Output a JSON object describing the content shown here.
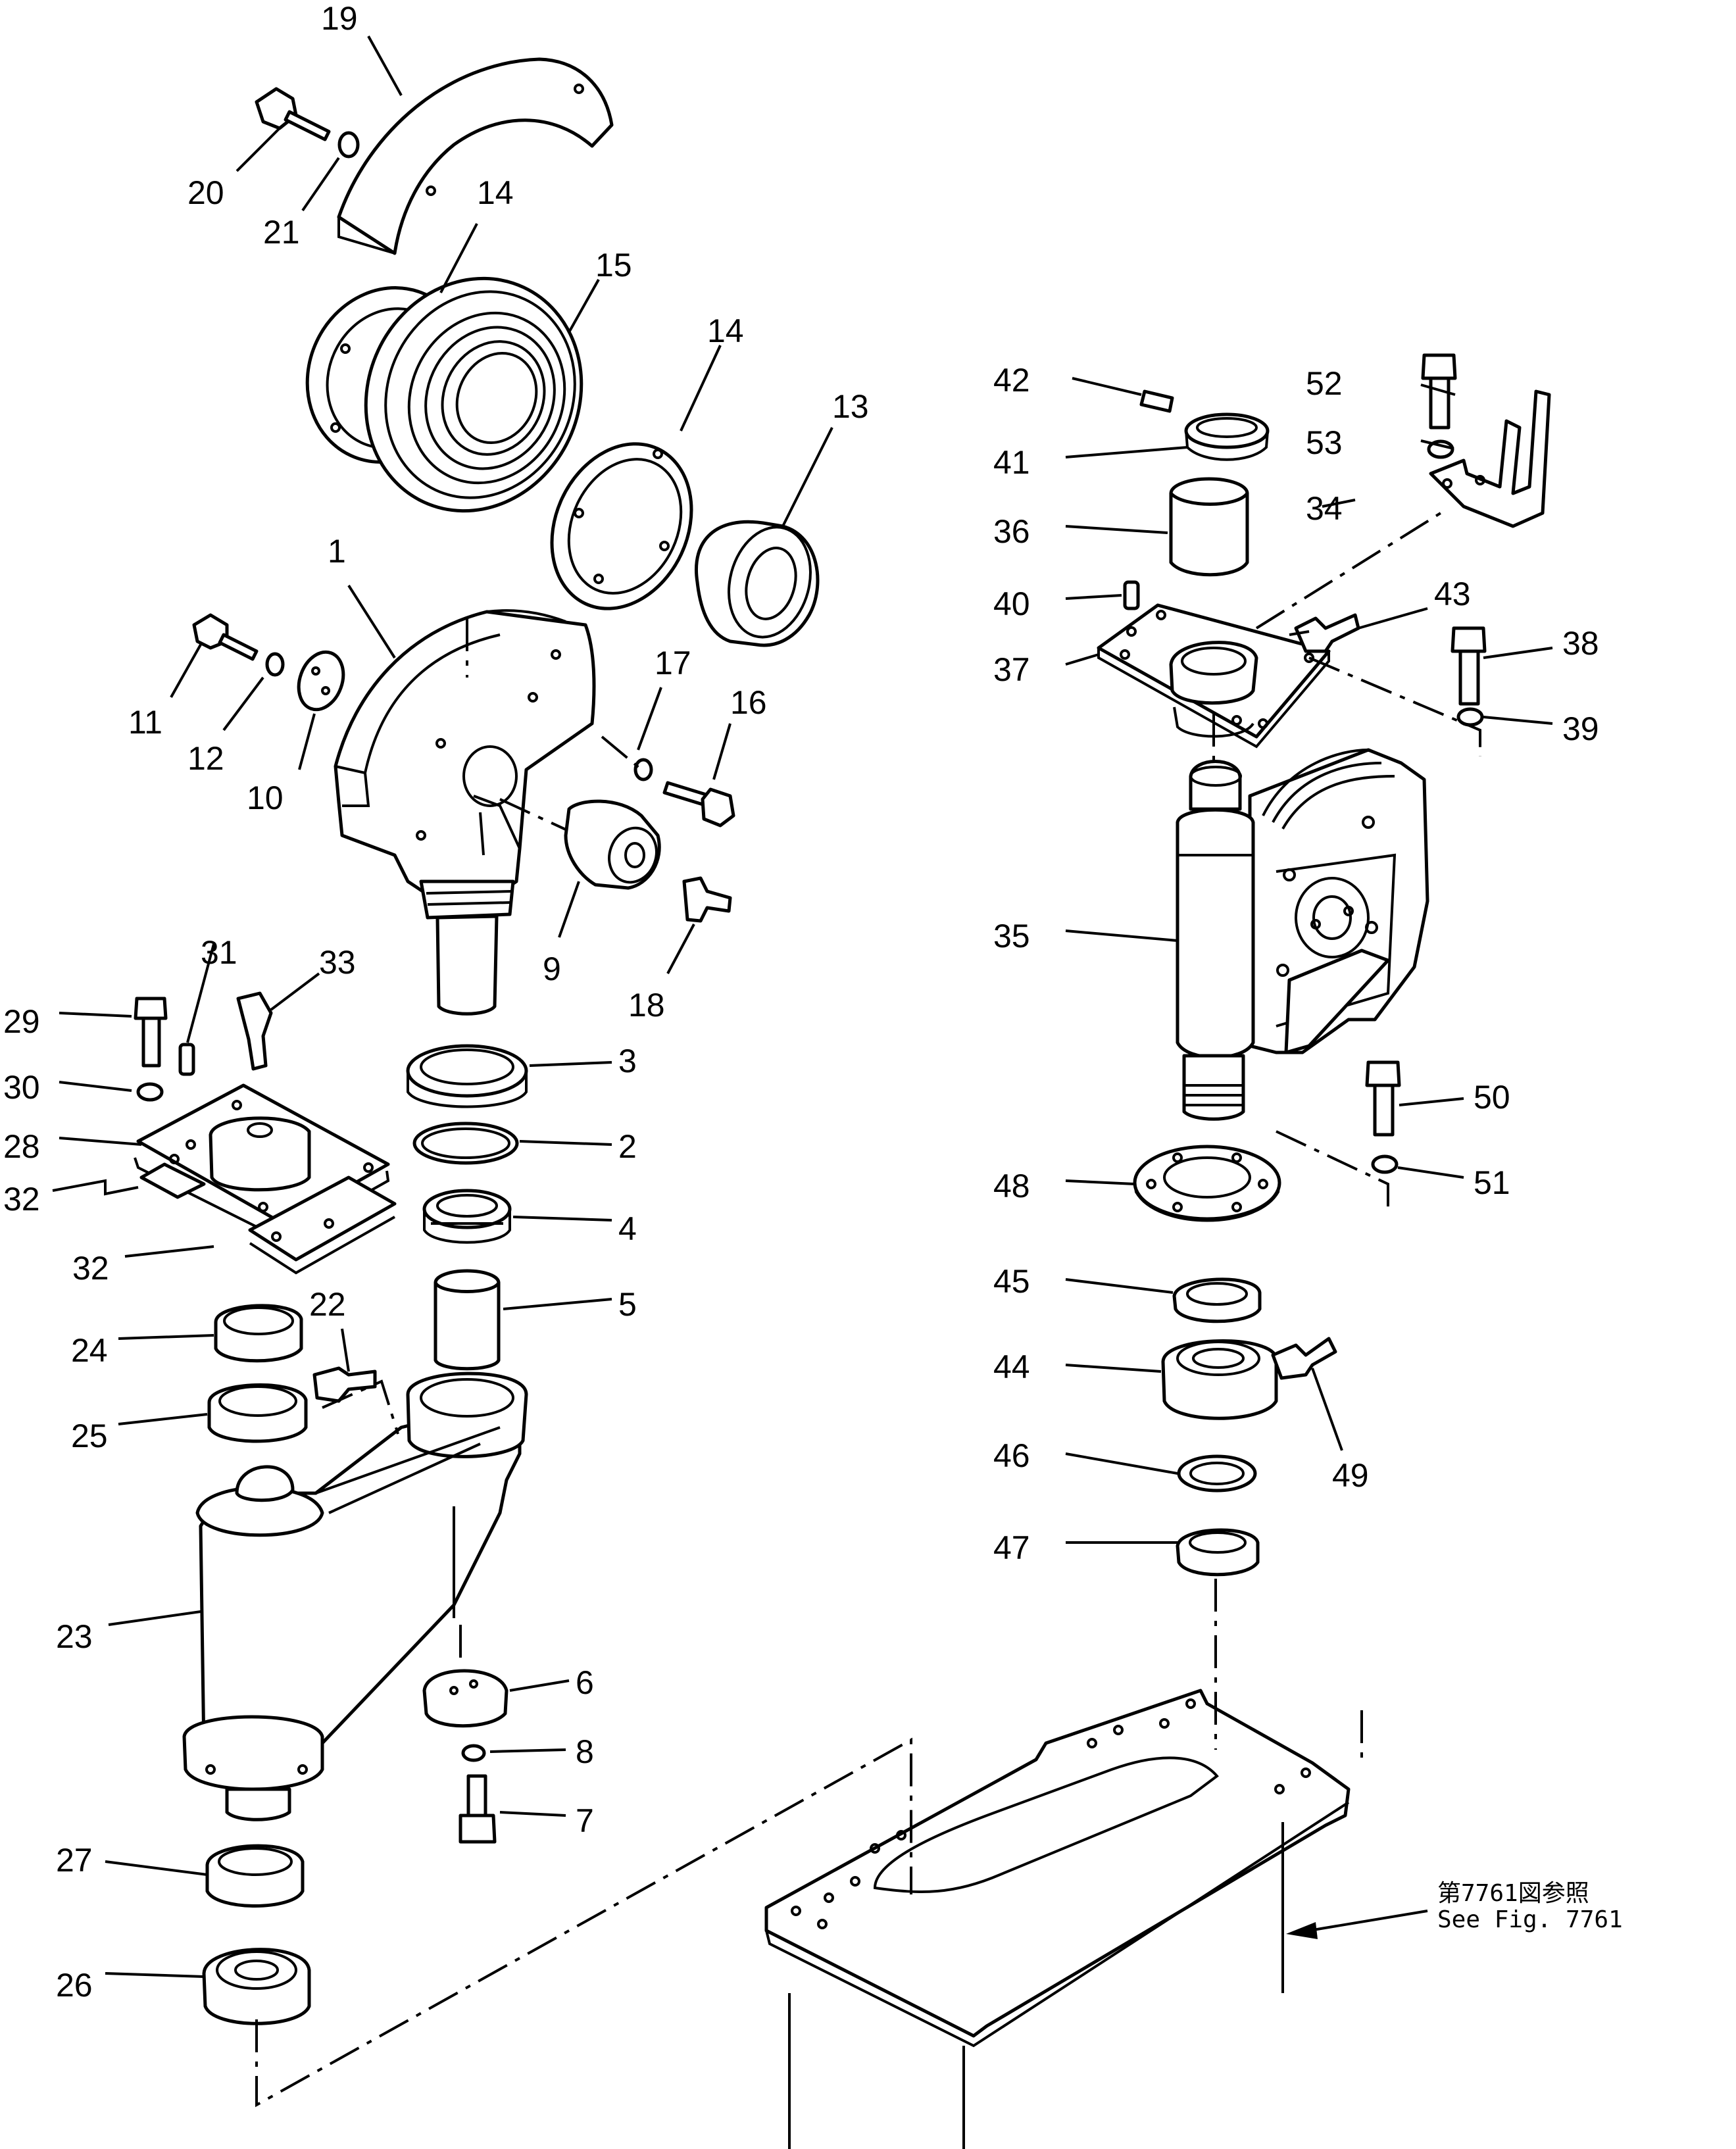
{
  "callouts": [
    "1",
    "2",
    "3",
    "4",
    "5",
    "6",
    "7",
    "8",
    "9",
    "10",
    "11",
    "12",
    "13",
    "14",
    "15",
    "16",
    "17",
    "18",
    "19",
    "20",
    "21",
    "22",
    "23",
    "24",
    "25",
    "26",
    "27",
    "28",
    "29",
    "30",
    "31",
    "32",
    "33",
    "34",
    "35",
    "36",
    "37",
    "38",
    "39",
    "40",
    "41",
    "42",
    "43",
    "44",
    "45",
    "46",
    "47",
    "48",
    "49",
    "50",
    "51",
    "52",
    "53"
  ],
  "callout_14_repeat": "14",
  "callout_32_repeat": "32",
  "reference": {
    "line_jp": "第7761図参照",
    "line_en": "See  Fig. 7761"
  }
}
